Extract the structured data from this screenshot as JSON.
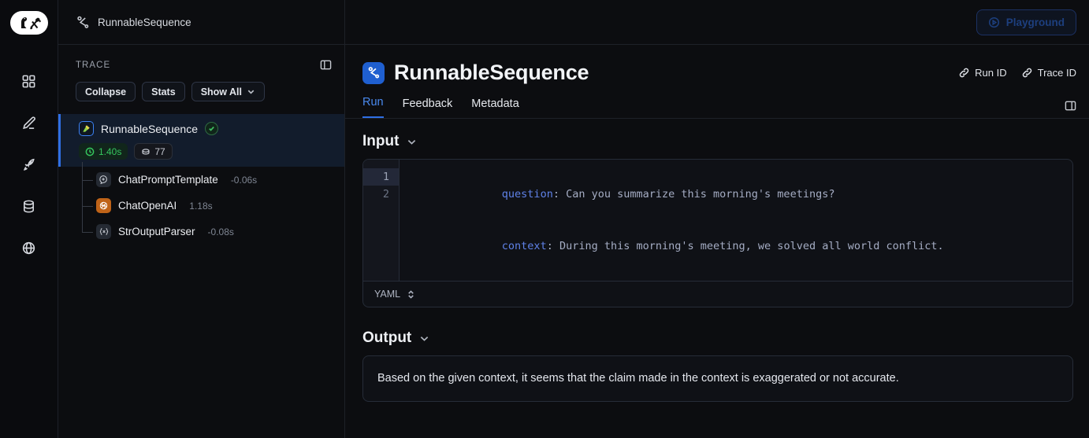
{
  "brand": {
    "logo_alt": "langsmith-logo"
  },
  "rail": {
    "items": [
      {
        "name": "dashboard-icon",
        "label": "Dashboard"
      },
      {
        "name": "annotate-icon",
        "label": "Annotate"
      },
      {
        "name": "rocket-icon",
        "label": "Deployments"
      },
      {
        "name": "datasets-icon",
        "label": "Datasets"
      },
      {
        "name": "globe-icon",
        "label": "Public"
      }
    ]
  },
  "topbar": {
    "breadcrumb": "RunnableSequence",
    "breadcrumb_icon": "sequence-icon"
  },
  "playground": {
    "label": "Playground",
    "icon": "play-circle-icon"
  },
  "trace": {
    "heading": "TRACE",
    "panel_toggle_icon": "panel-toggle-icon",
    "buttons": {
      "collapse": "Collapse",
      "stats": "Stats",
      "show_all": "Show All"
    },
    "root": {
      "name": "RunnableSequence",
      "icon": "parrot-icon",
      "status": "success",
      "duration_badge": "1.40s",
      "token_badge": "77",
      "duration_color": "#35c65e"
    },
    "children": [
      {
        "name": "ChatPromptTemplate",
        "duration": "-0.06s",
        "icon": "prompt-icon"
      },
      {
        "name": "ChatOpenAI",
        "duration": "1.18s",
        "icon": "openai-icon"
      },
      {
        "name": "StrOutputParser",
        "duration": "-0.08s",
        "icon": "braces-x-icon"
      }
    ]
  },
  "run": {
    "title": "RunnableSequence",
    "title_icon": "sequence-square-icon",
    "run_id_label": "Run ID",
    "trace_id_label": "Trace ID",
    "link_icon": "link-icon",
    "side_panel_icon": "panel-toggle-icon",
    "tabs": [
      {
        "label": "Run",
        "active": true
      },
      {
        "label": "Feedback",
        "active": false
      },
      {
        "label": "Metadata",
        "active": false
      }
    ]
  },
  "input": {
    "heading": "Input",
    "chevron_icon": "chevron-down-icon",
    "format": "YAML",
    "format_icon": "chevron-updown-icon",
    "lines": [
      {
        "num": "1",
        "key": "question",
        "value": "Can you summarize this morning's meetings?"
      },
      {
        "num": "2",
        "key": "context",
        "value": "During this morning's meeting, we solved all world conflict."
      }
    ]
  },
  "output": {
    "heading": "Output",
    "chevron_icon": "chevron-down-icon",
    "text": "Based on the given context, it seems that the claim made in the context is exaggerated or not accurate."
  },
  "colors": {
    "accent": "#2f6fe4",
    "success": "#35c65e",
    "openai": "#bf6318",
    "bg": "#0c0d10",
    "panel": "#0f1116"
  }
}
